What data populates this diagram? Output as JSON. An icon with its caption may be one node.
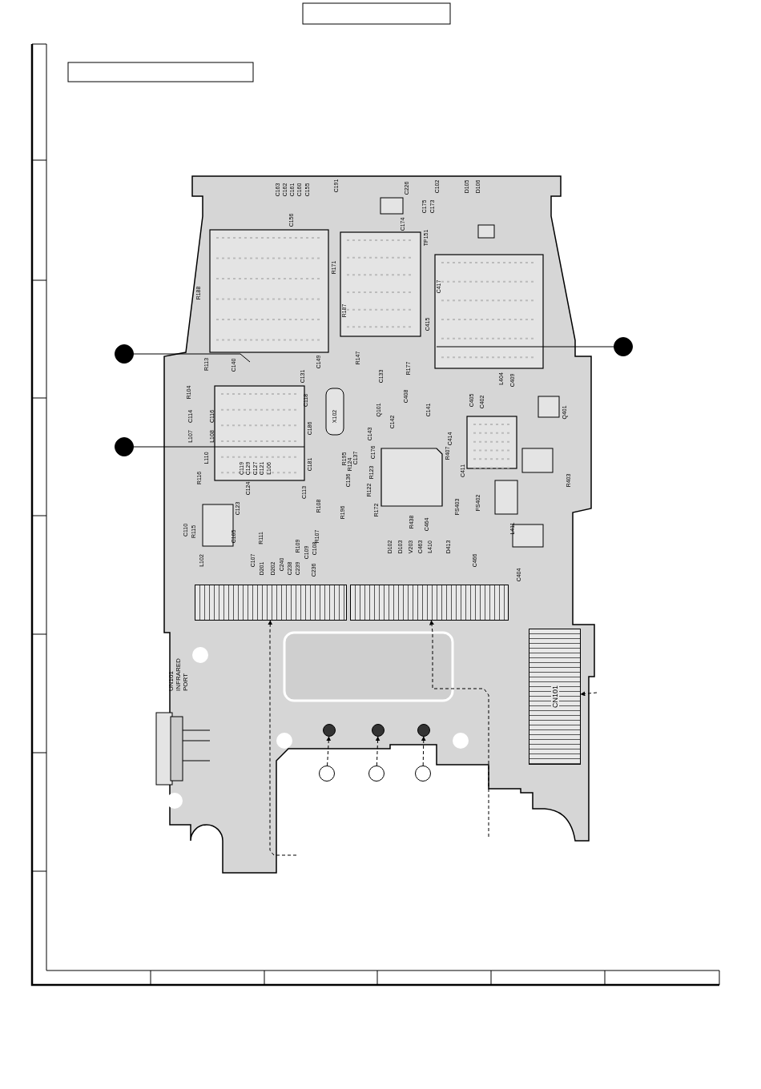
{
  "diagram": {
    "nodes": [
      {
        "text": [],
        "shape": "circle"
      },
      {
        "text": [],
        "shape": "circle"
      },
      {
        "text": [],
        "shape": "circle"
      },
      {
        "text": [],
        "shape": "box"
      },
      {
        "text": [],
        "shape": "box"
      },
      {
        "text": [
          "CN101"
        ]
      },
      {
        "text": [],
        "shape": "circle"
      },
      {
        "text": [],
        "shape": "circle"
      },
      {
        "text": [],
        "shape": "circle"
      },
      {
        "text": [],
        "shape": "circle"
      },
      {
        "text": [],
        "shape": "circle"
      },
      {
        "text": [],
        "shape": "circle"
      }
    ],
    "edges": [
      {
        "from": 0,
        "to": null,
        "arrow": "none"
      },
      {
        "from": 1,
        "to": null,
        "arrow": "none"
      },
      {
        "from": 2,
        "to": null,
        "arrow": "none"
      },
      {
        "from": 9,
        "to": 6,
        "arrow": "to",
        "style": "dashed"
      },
      {
        "from": 10,
        "to": 7,
        "arrow": "to",
        "style": "dashed"
      },
      {
        "from": 11,
        "to": 8,
        "arrow": "to",
        "style": "dashed"
      },
      {
        "from": null,
        "to": 3,
        "arrow": "to",
        "style": "dashed"
      },
      {
        "from": null,
        "to": 4,
        "arrow": "to",
        "style": "dashed"
      },
      {
        "from": null,
        "to": 5,
        "arrow": "to",
        "style": "dashed"
      }
    ],
    "labels": [
      "C163",
      "C162",
      "C161",
      "C160",
      "C155",
      "C191",
      "C226",
      "C102",
      "D105",
      "D106",
      "C156",
      "C174",
      "C175",
      "C173",
      "TP151",
      "R171",
      "C417",
      "R188",
      "R187",
      "C415",
      "R113",
      "C140",
      "C149",
      "C131",
      "R147",
      "R177",
      "C133",
      "R104",
      "L404",
      "C409",
      "C114",
      "C116",
      "C118",
      "X102",
      "Q101",
      "C142",
      "C408",
      "C141",
      "C405",
      "C402",
      "Q401",
      "L107",
      "L108",
      "C186",
      "C143",
      "C414",
      "R407",
      "C119",
      "C129",
      "C127",
      "C121",
      "L106",
      "L110",
      "C181",
      "R195",
      "R124",
      "C137",
      "C176",
      "R123",
      "C136",
      "R122",
      "C411",
      "R116",
      "C124",
      "C113",
      "R403",
      "C123",
      "R108",
      "R196",
      "R172",
      "FS403",
      "FS402",
      "C110",
      "R115",
      "R438",
      "C464",
      "L411",
      "C105",
      "R111",
      "R109",
      "R107",
      "C109",
      "C108",
      "D102",
      "D103",
      "V203",
      "C463",
      "L410",
      "D413",
      "C466",
      "C404",
      "L102",
      "C107",
      "D201",
      "D202",
      "C240",
      "C238",
      "C239",
      "C236",
      "UN101 INFRARED PORT"
    ]
  }
}
